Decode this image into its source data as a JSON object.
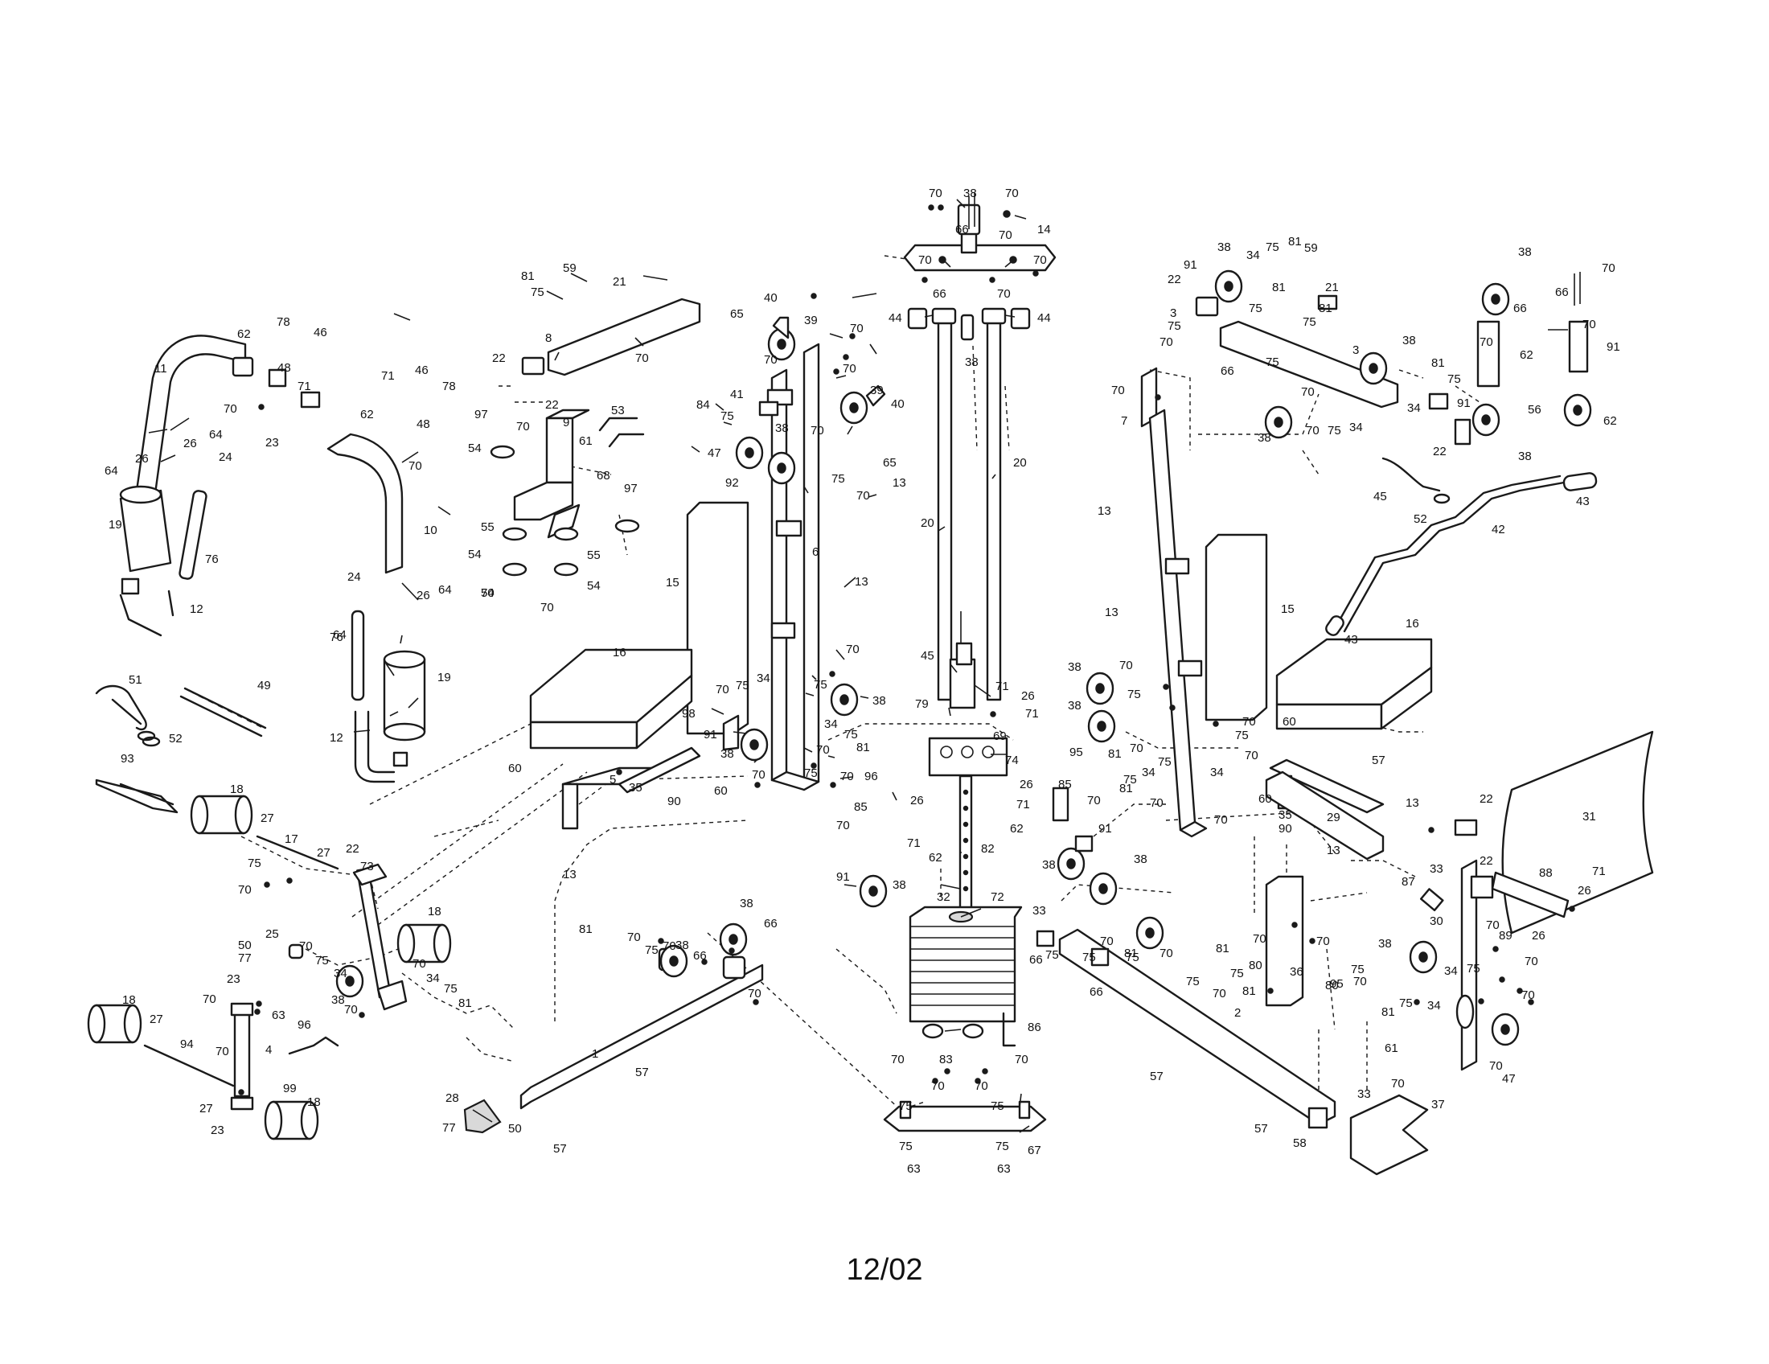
{
  "footer": {
    "date": "12/02"
  },
  "callouts": [
    {
      "id": "p1",
      "text": "70"
    },
    {
      "id": "p2",
      "text": "38"
    },
    {
      "id": "p3",
      "text": "70"
    },
    {
      "id": "p4",
      "text": "66"
    },
    {
      "id": "p5",
      "text": "70"
    },
    {
      "id": "p6",
      "text": "14"
    },
    {
      "id": "p7",
      "text": "70"
    },
    {
      "id": "p8",
      "text": "70"
    },
    {
      "id": "p9",
      "text": "66"
    },
    {
      "id": "p10",
      "text": "70"
    },
    {
      "id": "p11",
      "text": "44"
    },
    {
      "id": "p12",
      "text": "44"
    },
    {
      "id": "p13",
      "text": "38"
    },
    {
      "id": "p14",
      "text": "20"
    },
    {
      "id": "p15",
      "text": "20"
    },
    {
      "id": "p16",
      "text": "45"
    },
    {
      "id": "p17",
      "text": "71"
    },
    {
      "id": "p18",
      "text": "26"
    },
    {
      "id": "p19",
      "text": "79"
    },
    {
      "id": "p20",
      "text": "71"
    },
    {
      "id": "p21",
      "text": "69"
    },
    {
      "id": "p22",
      "text": "74"
    },
    {
      "id": "p23",
      "text": "82"
    },
    {
      "id": "p24",
      "text": "32"
    },
    {
      "id": "p25",
      "text": "72"
    },
    {
      "id": "p26",
      "text": "86"
    },
    {
      "id": "p27",
      "text": "83"
    },
    {
      "id": "p28",
      "text": "70"
    },
    {
      "id": "p29",
      "text": "70"
    },
    {
      "id": "p30",
      "text": "70"
    },
    {
      "id": "p31",
      "text": "70"
    },
    {
      "id": "p32",
      "text": "75"
    },
    {
      "id": "p33",
      "text": "75"
    },
    {
      "id": "p34",
      "text": "75"
    },
    {
      "id": "p35",
      "text": "75"
    },
    {
      "id": "p36",
      "text": "63"
    },
    {
      "id": "p37",
      "text": "63"
    },
    {
      "id": "p38",
      "text": "67"
    },
    {
      "id": "p39",
      "text": "59"
    },
    {
      "id": "p40",
      "text": "81"
    },
    {
      "id": "p41",
      "text": "21"
    },
    {
      "id": "p42",
      "text": "75"
    },
    {
      "id": "p43",
      "text": "8"
    },
    {
      "id": "p44",
      "text": "70"
    },
    {
      "id": "p45",
      "text": "22"
    },
    {
      "id": "p46",
      "text": "97"
    },
    {
      "id": "p47",
      "text": "70"
    },
    {
      "id": "p48",
      "text": "22"
    },
    {
      "id": "p49",
      "text": "9"
    },
    {
      "id": "p50",
      "text": "61"
    },
    {
      "id": "p51",
      "text": "53"
    },
    {
      "id": "p52",
      "text": "54"
    },
    {
      "id": "p53",
      "text": "68"
    },
    {
      "id": "p54",
      "text": "97"
    },
    {
      "id": "p55",
      "text": "55"
    },
    {
      "id": "p56",
      "text": "54"
    },
    {
      "id": "p57",
      "text": "54"
    },
    {
      "id": "p58",
      "text": "55"
    },
    {
      "id": "p59",
      "text": "54"
    },
    {
      "id": "p60",
      "text": "70"
    },
    {
      "id": "p61",
      "text": "70"
    },
    {
      "id": "p62",
      "text": "65"
    },
    {
      "id": "p63",
      "text": "40"
    },
    {
      "id": "p64",
      "text": "39"
    },
    {
      "id": "p65",
      "text": "70"
    },
    {
      "id": "p66",
      "text": "70"
    },
    {
      "id": "p67",
      "text": "41"
    },
    {
      "id": "p68",
      "text": "70"
    },
    {
      "id": "p69",
      "text": "84"
    },
    {
      "id": "p70",
      "text": "75"
    },
    {
      "id": "p71",
      "text": "70"
    },
    {
      "id": "p72",
      "text": "38"
    },
    {
      "id": "p73",
      "text": "47"
    },
    {
      "id": "p74",
      "text": "92"
    },
    {
      "id": "p75",
      "text": "39"
    },
    {
      "id": "p76",
      "text": "40"
    },
    {
      "id": "p77",
      "text": "65"
    },
    {
      "id": "p78",
      "text": "75"
    },
    {
      "id": "p79",
      "text": "70"
    },
    {
      "id": "p80",
      "text": "13"
    },
    {
      "id": "p81",
      "text": "6"
    },
    {
      "id": "p82",
      "text": "15"
    },
    {
      "id": "p83",
      "text": "13"
    },
    {
      "id": "p84",
      "text": "16"
    },
    {
      "id": "p85",
      "text": "70"
    },
    {
      "id": "p86",
      "text": "70"
    },
    {
      "id": "p87",
      "text": "75"
    },
    {
      "id": "p88",
      "text": "34"
    },
    {
      "id": "p89",
      "text": "75"
    },
    {
      "id": "p90",
      "text": "38"
    },
    {
      "id": "p91",
      "text": "98"
    },
    {
      "id": "p92",
      "text": "91"
    },
    {
      "id": "p93",
      "text": "38"
    },
    {
      "id": "p94",
      "text": "34"
    },
    {
      "id": "p95",
      "text": "75"
    },
    {
      "id": "p96",
      "text": "81"
    },
    {
      "id": "p97",
      "text": "70"
    },
    {
      "id": "p98",
      "text": "70"
    },
    {
      "id": "p99",
      "text": "70"
    },
    {
      "id": "p100",
      "text": "75"
    },
    {
      "id": "p101",
      "text": "60"
    },
    {
      "id": "p102",
      "text": "5"
    },
    {
      "id": "p103",
      "text": "35"
    },
    {
      "id": "p104",
      "text": "90"
    },
    {
      "id": "p105",
      "text": "60"
    },
    {
      "id": "p106",
      "text": "13"
    },
    {
      "id": "p107",
      "text": "96"
    },
    {
      "id": "p108",
      "text": "85"
    },
    {
      "id": "p109",
      "text": "26"
    },
    {
      "id": "p110",
      "text": "70"
    },
    {
      "id": "p111",
      "text": "71"
    },
    {
      "id": "p112",
      "text": "62"
    },
    {
      "id": "p113",
      "text": "91"
    },
    {
      "id": "p114",
      "text": "38"
    },
    {
      "id": "p115",
      "text": "62"
    },
    {
      "id": "p116",
      "text": "78"
    },
    {
      "id": "p117",
      "text": "46"
    },
    {
      "id": "p118",
      "text": "48"
    },
    {
      "id": "p119",
      "text": "71"
    },
    {
      "id": "p120",
      "text": "11"
    },
    {
      "id": "p121",
      "text": "70"
    },
    {
      "id": "p122",
      "text": "23"
    },
    {
      "id": "p123",
      "text": "64"
    },
    {
      "id": "p124",
      "text": "26"
    },
    {
      "id": "p125",
      "text": "26"
    },
    {
      "id": "p126",
      "text": "24"
    },
    {
      "id": "p127",
      "text": "64"
    },
    {
      "id": "p128",
      "text": "19"
    },
    {
      "id": "p129",
      "text": "76"
    },
    {
      "id": "p130",
      "text": "12"
    },
    {
      "id": "p131",
      "text": "71"
    },
    {
      "id": "p132",
      "text": "46"
    },
    {
      "id": "p133",
      "text": "78"
    },
    {
      "id": "p134",
      "text": "62"
    },
    {
      "id": "p135",
      "text": "48"
    },
    {
      "id": "p136",
      "text": "70"
    },
    {
      "id": "p137",
      "text": "10"
    },
    {
      "id": "p138",
      "text": "24"
    },
    {
      "id": "p139",
      "text": "26"
    },
    {
      "id": "p140",
      "text": "64"
    },
    {
      "id": "p141",
      "text": "64"
    },
    {
      "id": "p142",
      "text": "76"
    },
    {
      "id": "p143",
      "text": "19"
    },
    {
      "id": "p144",
      "text": "12"
    },
    {
      "id": "p145",
      "text": "51"
    },
    {
      "id": "p146",
      "text": "49"
    },
    {
      "id": "p147",
      "text": "52"
    },
    {
      "id": "p148",
      "text": "93"
    },
    {
      "id": "p149",
      "text": "18"
    },
    {
      "id": "p150",
      "text": "27"
    },
    {
      "id": "p151",
      "text": "17"
    },
    {
      "id": "p152",
      "text": "27"
    },
    {
      "id": "p153",
      "text": "22"
    },
    {
      "id": "p154",
      "text": "73"
    },
    {
      "id": "p155",
      "text": "75"
    },
    {
      "id": "p156",
      "text": "70"
    },
    {
      "id": "p157",
      "text": "18"
    },
    {
      "id": "p158",
      "text": "25"
    },
    {
      "id": "p159",
      "text": "50"
    },
    {
      "id": "p160",
      "text": "77"
    },
    {
      "id": "p161",
      "text": "70"
    },
    {
      "id": "p162",
      "text": "75"
    },
    {
      "id": "p163",
      "text": "34"
    },
    {
      "id": "p164",
      "text": "70"
    },
    {
      "id": "p165",
      "text": "34"
    },
    {
      "id": "p166",
      "text": "75"
    },
    {
      "id": "p167",
      "text": "81"
    },
    {
      "id": "p168",
      "text": "38"
    },
    {
      "id": "p169",
      "text": "70"
    },
    {
      "id": "p170",
      "text": "23"
    },
    {
      "id": "p171",
      "text": "70"
    },
    {
      "id": "p172",
      "text": "63"
    },
    {
      "id": "p173",
      "text": "18"
    },
    {
      "id": "p174",
      "text": "27"
    },
    {
      "id": "p175",
      "text": "4"
    },
    {
      "id": "p176",
      "text": "96"
    },
    {
      "id": "p177",
      "text": "94"
    },
    {
      "id": "p178",
      "text": "70"
    },
    {
      "id": "p179",
      "text": "99"
    },
    {
      "id": "p180",
      "text": "27"
    },
    {
      "id": "p181",
      "text": "18"
    },
    {
      "id": "p182",
      "text": "23"
    },
    {
      "id": "p183",
      "text": "70"
    },
    {
      "id": "p184",
      "text": "38"
    },
    {
      "id": "p185",
      "text": "66"
    },
    {
      "id": "p186",
      "text": "81"
    },
    {
      "id": "p187",
      "text": "70"
    },
    {
      "id": "p188",
      "text": "75"
    },
    {
      "id": "p189",
      "text": "38"
    },
    {
      "id": "p190",
      "text": "66"
    },
    {
      "id": "p191",
      "text": "70"
    },
    {
      "id": "p192",
      "text": "1"
    },
    {
      "id": "p193",
      "text": "57"
    },
    {
      "id": "p194",
      "text": "28"
    },
    {
      "id": "p195",
      "text": "77"
    },
    {
      "id": "p196",
      "text": "50"
    },
    {
      "id": "p197",
      "text": "57"
    },
    {
      "id": "p198",
      "text": "91"
    },
    {
      "id": "p199",
      "text": "38"
    },
    {
      "id": "p200",
      "text": "34"
    },
    {
      "id": "p201",
      "text": "75"
    },
    {
      "id": "p202",
      "text": "81"
    },
    {
      "id": "p203",
      "text": "59"
    },
    {
      "id": "p204",
      "text": "22"
    },
    {
      "id": "p205",
      "text": "75"
    },
    {
      "id": "p206",
      "text": "81"
    },
    {
      "id": "p207",
      "text": "21"
    },
    {
      "id": "p208",
      "text": "3"
    },
    {
      "id": "p209",
      "text": "75"
    },
    {
      "id": "p210",
      "text": "70"
    },
    {
      "id": "p211",
      "text": "81"
    },
    {
      "id": "p212",
      "text": "75"
    },
    {
      "id": "p213",
      "text": "3"
    },
    {
      "id": "p214",
      "text": "38"
    },
    {
      "id": "p215",
      "text": "66"
    },
    {
      "id": "p216",
      "text": "70"
    },
    {
      "id": "p217",
      "text": "70"
    },
    {
      "id": "p218",
      "text": "75"
    },
    {
      "id": "p219",
      "text": "34"
    },
    {
      "id": "p220",
      "text": "75"
    },
    {
      "id": "p221",
      "text": "34"
    },
    {
      "id": "p222",
      "text": "38"
    },
    {
      "id": "p223",
      "text": "22"
    },
    {
      "id": "p224",
      "text": "70"
    },
    {
      "id": "p225",
      "text": "7"
    },
    {
      "id": "p226",
      "text": "38"
    },
    {
      "id": "p227",
      "text": "66"
    },
    {
      "id": "p228",
      "text": "70"
    },
    {
      "id": "p229",
      "text": "66"
    },
    {
      "id": "p230",
      "text": "70"
    },
    {
      "id": "p231",
      "text": "70"
    },
    {
      "id": "p232",
      "text": "62"
    },
    {
      "id": "p233",
      "text": "91"
    },
    {
      "id": "p234",
      "text": "81"
    },
    {
      "id": "p235",
      "text": "75"
    },
    {
      "id": "p236",
      "text": "56"
    },
    {
      "id": "p237",
      "text": "91"
    },
    {
      "id": "p238",
      "text": "62"
    },
    {
      "id": "p239",
      "text": "38"
    },
    {
      "id": "p240",
      "text": "45"
    },
    {
      "id": "p241",
      "text": "52"
    },
    {
      "id": "p242",
      "text": "42"
    },
    {
      "id": "p243",
      "text": "43"
    },
    {
      "id": "p244",
      "text": "43"
    },
    {
      "id": "p245",
      "text": "13"
    },
    {
      "id": "p246",
      "text": "13"
    },
    {
      "id": "p247",
      "text": "15"
    },
    {
      "id": "p248",
      "text": "16"
    },
    {
      "id": "p249",
      "text": "38"
    },
    {
      "id": "p250",
      "text": "70"
    },
    {
      "id": "p251",
      "text": "38"
    },
    {
      "id": "p252",
      "text": "75"
    },
    {
      "id": "p253",
      "text": "70"
    },
    {
      "id": "p254",
      "text": "60"
    },
    {
      "id": "p255",
      "text": "70"
    },
    {
      "id": "p256",
      "text": "81"
    },
    {
      "id": "p257",
      "text": "75"
    },
    {
      "id": "p258",
      "text": "34"
    },
    {
      "id": "p259",
      "text": "75"
    },
    {
      "id": "p260",
      "text": "70"
    },
    {
      "id": "p261",
      "text": "75"
    },
    {
      "id": "p262",
      "text": "34"
    },
    {
      "id": "p263",
      "text": "81"
    },
    {
      "id": "p264",
      "text": "70"
    },
    {
      "id": "p265",
      "text": "70"
    },
    {
      "id": "p266",
      "text": "60"
    },
    {
      "id": "p267",
      "text": "57"
    },
    {
      "id": "p268",
      "text": "35"
    },
    {
      "id": "p269",
      "text": "90"
    },
    {
      "id": "p270",
      "text": "29"
    },
    {
      "id": "p271",
      "text": "13"
    },
    {
      "id": "p272",
      "text": "13"
    },
    {
      "id": "p273",
      "text": "22"
    },
    {
      "id": "p274",
      "text": "31"
    },
    {
      "id": "p275",
      "text": "95"
    },
    {
      "id": "p276",
      "text": "85"
    },
    {
      "id": "p277",
      "text": "26"
    },
    {
      "id": "p278",
      "text": "70"
    },
    {
      "id": "p279",
      "text": "71"
    },
    {
      "id": "p280",
      "text": "62"
    },
    {
      "id": "p281",
      "text": "91"
    },
    {
      "id": "p282",
      "text": "38"
    },
    {
      "id": "p283",
      "text": "38"
    },
    {
      "id": "p284",
      "text": "33"
    },
    {
      "id": "p285",
      "text": "70"
    },
    {
      "id": "p286",
      "text": "81"
    },
    {
      "id": "p287",
      "text": "70"
    },
    {
      "id": "p288",
      "text": "66"
    },
    {
      "id": "p289",
      "text": "75"
    },
    {
      "id": "p290",
      "text": "66"
    },
    {
      "id": "p291",
      "text": "75"
    },
    {
      "id": "p292",
      "text": "81"
    },
    {
      "id": "p293",
      "text": "75"
    },
    {
      "id": "p294",
      "text": "80"
    },
    {
      "id": "p295",
      "text": "70"
    },
    {
      "id": "p296",
      "text": "70"
    },
    {
      "id": "p297",
      "text": "80"
    },
    {
      "id": "p298",
      "text": "75"
    },
    {
      "id": "p299",
      "text": "70"
    },
    {
      "id": "p300",
      "text": "81"
    },
    {
      "id": "p301",
      "text": "70"
    },
    {
      "id": "p302",
      "text": "36"
    },
    {
      "id": "p303",
      "text": "95"
    },
    {
      "id": "p304",
      "text": "2"
    },
    {
      "id": "p305",
      "text": "57"
    },
    {
      "id": "p306",
      "text": "57"
    },
    {
      "id": "p307",
      "text": "58"
    },
    {
      "id": "p308",
      "text": "33"
    },
    {
      "id": "p309",
      "text": "70"
    },
    {
      "id": "p310",
      "text": "37"
    },
    {
      "id": "p311",
      "text": "33"
    },
    {
      "id": "p312",
      "text": "87"
    },
    {
      "id": "p313",
      "text": "22"
    },
    {
      "id": "p314",
      "text": "88"
    },
    {
      "id": "p315",
      "text": "71"
    },
    {
      "id": "p316",
      "text": "26"
    },
    {
      "id": "p317",
      "text": "30"
    },
    {
      "id": "p318",
      "text": "38"
    },
    {
      "id": "p319",
      "text": "70"
    },
    {
      "id": "p320",
      "text": "89"
    },
    {
      "id": "p321",
      "text": "26"
    },
    {
      "id": "p322",
      "text": "34"
    },
    {
      "id": "p323",
      "text": "75"
    },
    {
      "id": "p324",
      "text": "70"
    },
    {
      "id": "p325",
      "text": "81"
    },
    {
      "id": "p326",
      "text": "75"
    },
    {
      "id": "p327",
      "text": "34"
    },
    {
      "id": "p328",
      "text": "70"
    },
    {
      "id": "p329",
      "text": "61"
    },
    {
      "id": "p330",
      "text": "70"
    },
    {
      "id": "p331",
      "text": "47"
    },
    {
      "id": "p332",
      "text": "75"
    },
    {
      "id": "p333",
      "text": "75"
    }
  ]
}
